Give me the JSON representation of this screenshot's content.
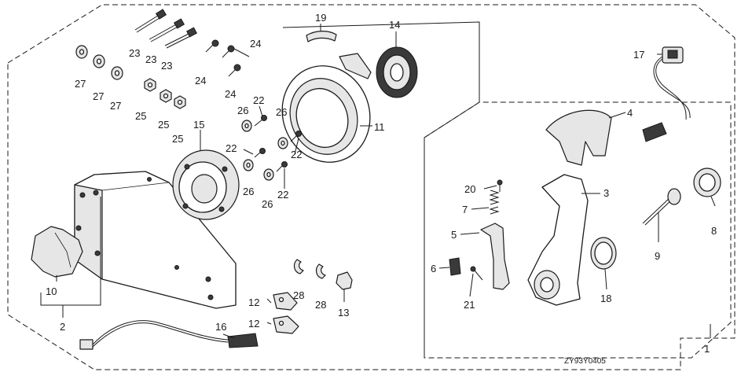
{
  "diagram_code": "ZY93Y0405",
  "callouts": {
    "c1": "1",
    "c2": "2",
    "c3": "3",
    "c4": "4",
    "c5": "5",
    "c6": "6",
    "c7": "7",
    "c8": "8",
    "c9": "9",
    "c10": "10",
    "c11": "11",
    "c12a": "12",
    "c12b": "12",
    "c13": "13",
    "c14": "14",
    "c15": "15",
    "c16": "16",
    "c17": "17",
    "c18": "18",
    "c19": "19",
    "c20": "20",
    "c21": "21",
    "c22a": "22",
    "c22b": "22",
    "c22c": "22",
    "c22d": "22",
    "c23a": "23",
    "c23b": "23",
    "c23c": "23",
    "c24a": "24",
    "c24b": "24",
    "c24c": "24",
    "c25a": "25",
    "c25b": "25",
    "c25c": "25",
    "c26a": "26",
    "c26b": "26",
    "c26c": "26",
    "c26d": "26",
    "c27a": "27",
    "c27b": "27",
    "c27c": "27",
    "c28a": "28",
    "c28b": "28"
  }
}
